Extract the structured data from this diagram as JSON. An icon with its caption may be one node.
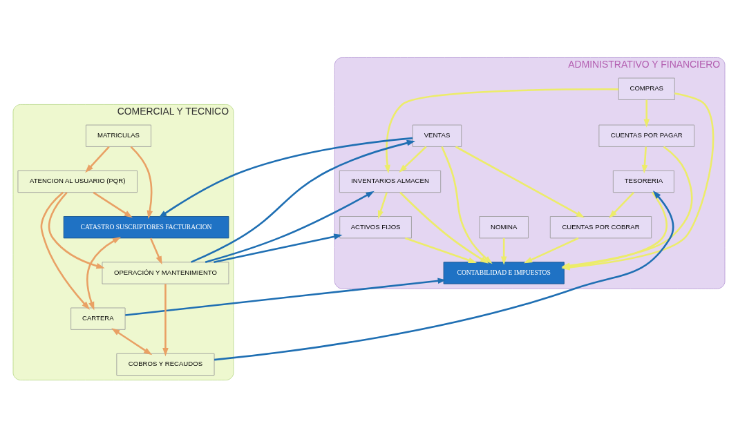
{
  "diagram": {
    "nodes": [
      {
        "text": [
          "ADMINISTRATIVO Y FINANCIERO"
        ]
      },
      {
        "text": [
          "COMPRAS"
        ],
        "in": 0
      },
      {
        "text": [
          "CUENTAS POR PAGAR"
        ],
        "in": 0
      },
      {
        "text": [
          "TESORERIA"
        ],
        "in": 0
      },
      {
        "text": [
          "INVENTARIOS ALMACEN"
        ],
        "in": 0
      },
      {
        "text": [
          "CONTABILIDAD E IMPUESTOS"
        ],
        "in": 0
      },
      {
        "text": [
          "CUENTAS POR COBRAR"
        ],
        "in": 0
      },
      {
        "text": [
          "NOMINA"
        ],
        "in": 0
      },
      {
        "text": [
          "VENTAS"
        ],
        "in": 0
      },
      {
        "text": [
          "ACTIVOS FIJOS"
        ],
        "in": 0
      },
      {
        "text": [
          "COMERCIAL Y TECNICO"
        ]
      },
      {
        "text": [
          "MATRICULAS"
        ],
        "in": 10
      },
      {
        "text": [
          "ATENCION AL USUARIO (PQR)"
        ],
        "in": 10
      },
      {
        "text": [
          "CATASTRO SUSCRIPTORES FACTURACION"
        ],
        "in": 10
      },
      {
        "text": [
          "CARTERA"
        ],
        "in": 10
      },
      {
        "text": [
          "OPERACIÓN Y MANTENIMIENTO"
        ],
        "in": 10
      },
      {
        "text": [
          "COBROS Y RECAUDOS"
        ],
        "in": 10
      }
    ],
    "edges": [
      {
        "from": 1,
        "to": 2,
        "arrow": "to"
      },
      {
        "from": 1,
        "to": 4,
        "arrow": "to"
      },
      {
        "from": 1,
        "to": 5,
        "arrow": "to"
      },
      {
        "from": 2,
        "to": 3,
        "arrow": "to"
      },
      {
        "from": 2,
        "to": 5,
        "arrow": "to"
      },
      {
        "from": 3,
        "to": 5,
        "arrow": "to"
      },
      {
        "from": 3,
        "to": 6,
        "arrow": "to"
      },
      {
        "from": 4,
        "to": 5,
        "arrow": "to"
      },
      {
        "from": 4,
        "to": 9,
        "arrow": "to"
      },
      {
        "from": 6,
        "to": 5,
        "arrow": "to"
      },
      {
        "from": 7,
        "to": 5,
        "arrow": "to"
      },
      {
        "from": 8,
        "to": 5,
        "arrow": "to"
      },
      {
        "from": 8,
        "to": 6,
        "arrow": "to"
      },
      {
        "from": 8,
        "to": 4,
        "arrow": "to"
      },
      {
        "from": 9,
        "to": 5,
        "arrow": "to"
      },
      {
        "from": 14,
        "to": 5,
        "arrow": "to",
        "color": "#1f6fb3"
      },
      {
        "from": 8,
        "to": 13,
        "arrow": "to",
        "color": "#1f6fb3"
      },
      {
        "from": 16,
        "to": 3,
        "arrow": "to",
        "color": "#1f6fb3"
      },
      {
        "from": 15,
        "to": 8,
        "arrow": "to",
        "color": "#1f6fb3"
      },
      {
        "from": 15,
        "to": 9,
        "arrow": "to",
        "color": "#1f6fb3"
      },
      {
        "from": 15,
        "to": 4,
        "arrow": "to",
        "color": "#1f6fb3"
      },
      {
        "from": 11,
        "to": 12,
        "arrow": "to",
        "color": "#e9a165"
      },
      {
        "from": 11,
        "to": 13,
        "arrow": "to",
        "color": "#e9a165"
      },
      {
        "from": 12,
        "to": 13,
        "arrow": "to",
        "color": "#e9a165"
      },
      {
        "from": 12,
        "to": 14,
        "arrow": "to",
        "color": "#e9a165"
      },
      {
        "from": 12,
        "to": 15,
        "arrow": "to",
        "color": "#e9a165"
      },
      {
        "from": 13,
        "to": 14,
        "arrow": "both",
        "color": "#e9a165"
      },
      {
        "from": 13,
        "to": 15,
        "arrow": "to",
        "color": "#e9a165"
      },
      {
        "from": 15,
        "to": 16,
        "arrow": "to",
        "color": "#e9a165"
      },
      {
        "from": 14,
        "to": 16,
        "arrow": "both",
        "color": "#e9a165"
      }
    ]
  }
}
